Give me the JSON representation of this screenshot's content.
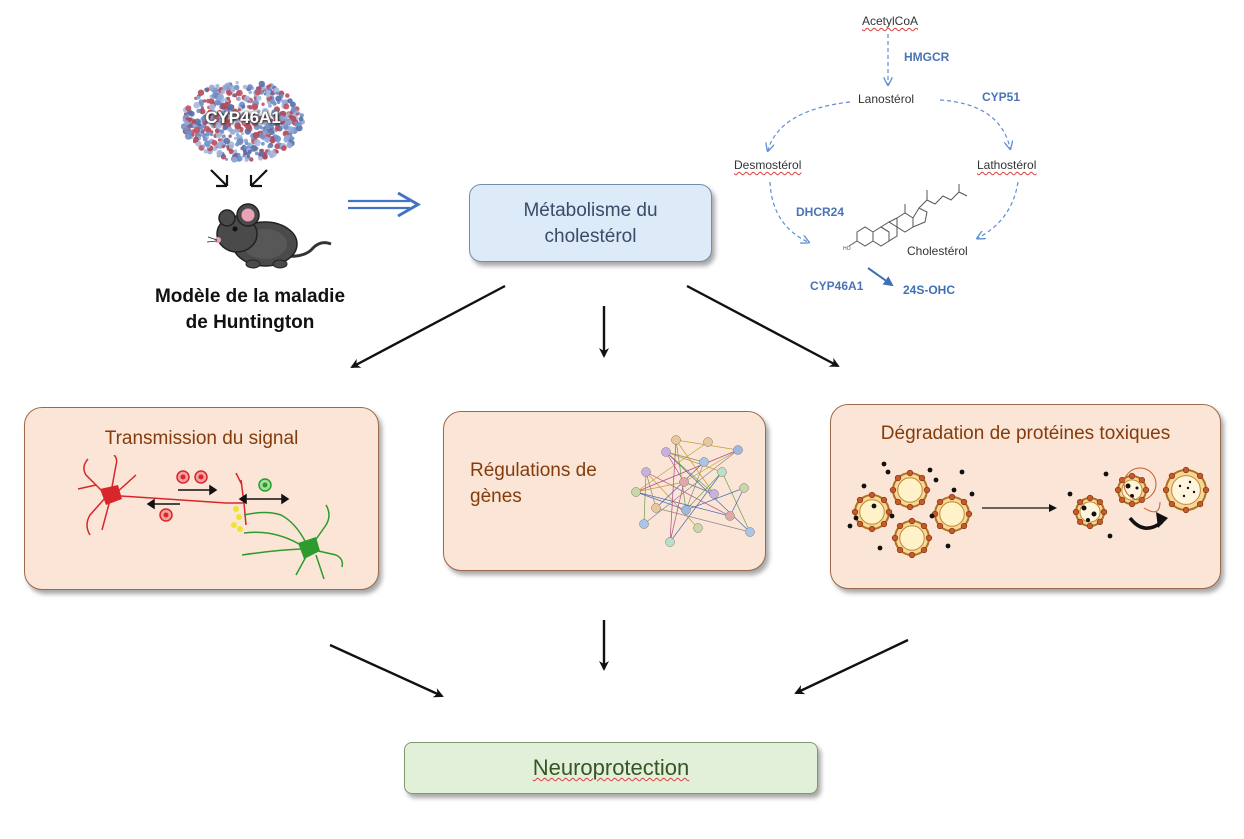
{
  "protein": {
    "label": "CYP46A1"
  },
  "model": {
    "line1": "Modèle de la maladie",
    "line2": "de Huntington"
  },
  "metabolism": {
    "line1": "Métabolisme du",
    "line2": "cholestérol"
  },
  "pathway": {
    "acetylcoa": "AcetylCoA",
    "hmgcr": "HMGCR",
    "lanosterol": "Lanostérol",
    "cyp51": "CYP51",
    "desmosterol": "Desmostérol",
    "lathosterol": "Lathostérol",
    "dhcr24": "DHCR24",
    "cholesterol": "Cholestérol",
    "cyp46a1": "CYP46A1",
    "ohc": "24S-OHC"
  },
  "boxes": {
    "signal": "Transmission du signal",
    "genes_line1": "Régulations de",
    "genes_line2": "gènes",
    "degradation": "Dégradation de protéines toxiques"
  },
  "result": {
    "label": "Neuroprotection"
  },
  "colors": {
    "orange_box": "#fbe5d6",
    "blue_box": "#dcebf7",
    "green_box": "#e2f0d9",
    "title_brown": "#843c0c",
    "enzyme_blue": "#4a74b5",
    "neuron_red": "#d9262b",
    "neuron_green": "#2d9b2d"
  }
}
